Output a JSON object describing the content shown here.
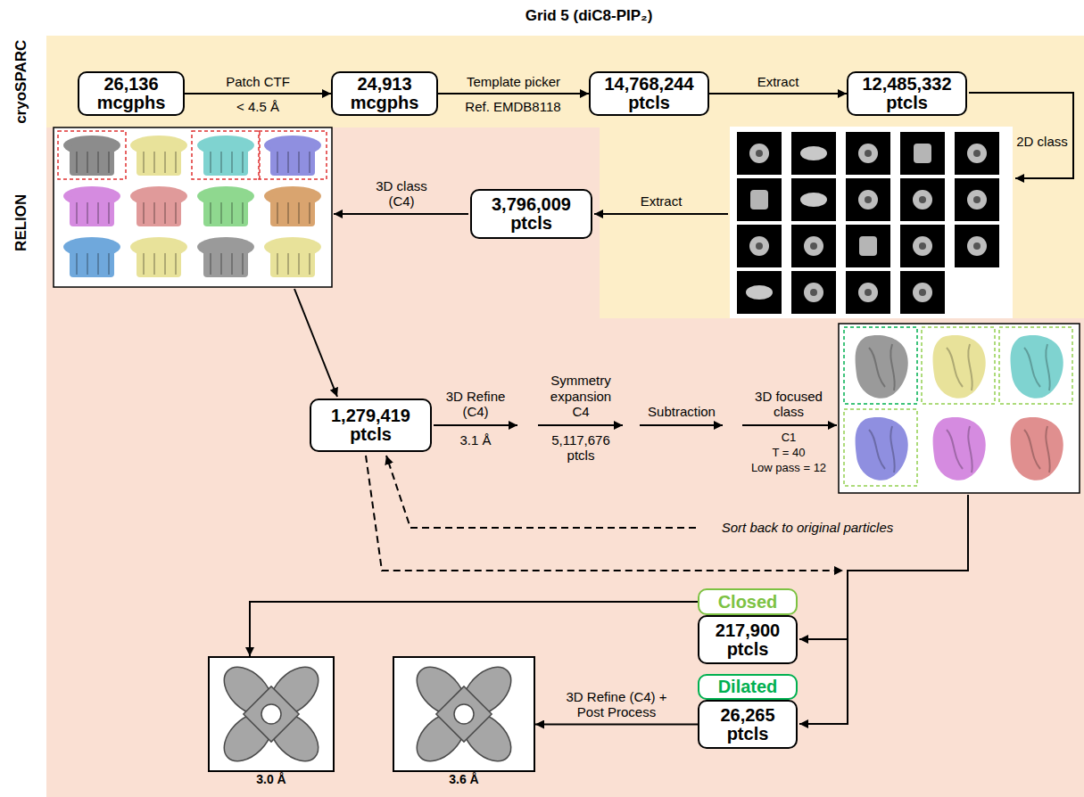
{
  "diagram": {
    "title": "Grid 5 (diC8-PIP₂)",
    "nodes": [
      {
        "text": [
          "26,136 mcgphs"
        ]
      },
      {
        "text": [
          "24,913 mcgphs"
        ]
      },
      {
        "text": [
          "14,768,244 ptcls"
        ]
      },
      {
        "text": [
          "12,485,332 ptcls"
        ]
      },
      {
        "text": [
          "3,796,009 ptcls"
        ]
      },
      {
        "text": [
          "1,279,419 ptcls"
        ]
      },
      {
        "text": [
          "Closed"
        ]
      },
      {
        "text": [
          "217,900 ptcls"
        ]
      },
      {
        "text": [
          "Dilated"
        ]
      },
      {
        "text": [
          "26,265 ptcls"
        ]
      },
      {
        "text": [
          "3.0 Å"
        ]
      },
      {
        "text": [
          "3.6 Å"
        ]
      }
    ],
    "edges": [
      {
        "from": 0,
        "to": 1,
        "arrow": "to",
        "label": "Patch CTF"
      },
      {
        "from": 1,
        "to": 2,
        "arrow": "to",
        "label": "Template picker"
      },
      {
        "from": 2,
        "to": 3,
        "arrow": "to",
        "label": "Extract"
      },
      {
        "from": 6,
        "to": 10,
        "arrow": "to"
      },
      {
        "from": 9,
        "to": 11,
        "arrow": "to",
        "label": "3D Refine (C4) + Post Process"
      }
    ],
    "labels": [
      "cryoSPARC",
      "RELION",
      "< 4.5 Å",
      "Ref. EMDB8118",
      "2D class",
      "Extract",
      "3D class (C4)",
      "3D Refine (C4)",
      "3.1 Å",
      "Symmetry expansion C4",
      "5,117,676 ptcls",
      "Subtraction",
      "3D focused class",
      "C1",
      "T = 40",
      "Low pass = 12",
      "Sort back to original particles"
    ]
  }
}
